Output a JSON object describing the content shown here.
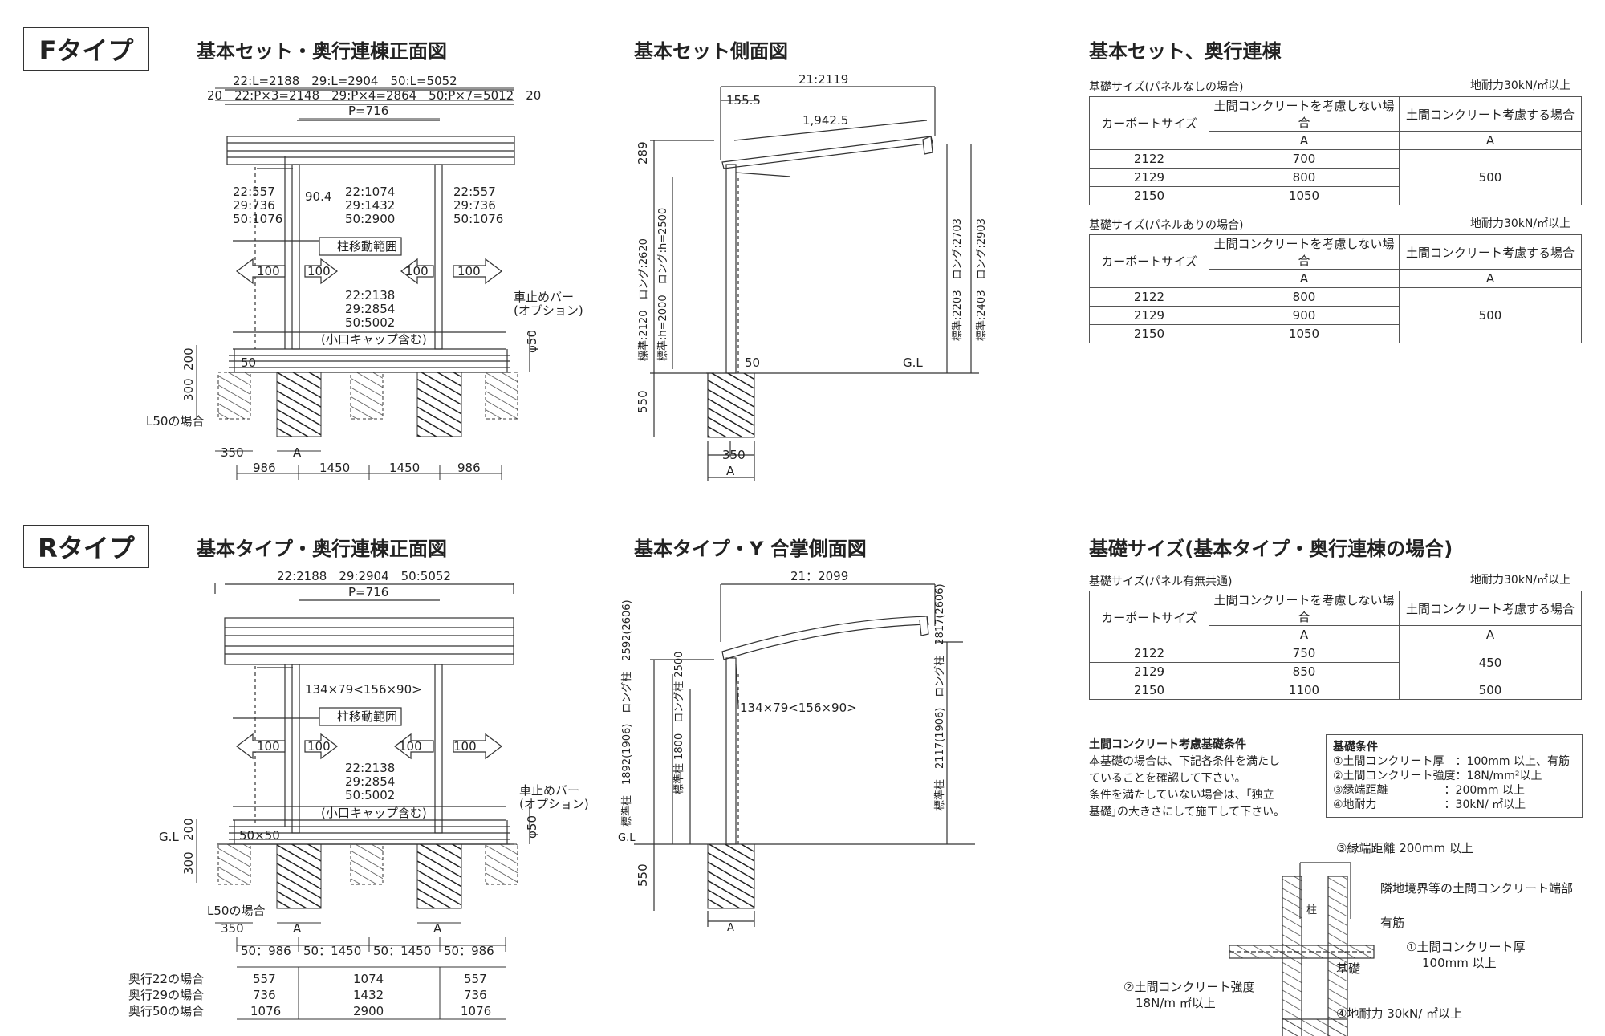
{
  "f_type": {
    "badge": "Fタイプ",
    "front_title": "基本セット・奥行連棟正面図",
    "side_title": "基本セット側面図",
    "table_title": "基本セット、奥行連棟",
    "front": {
      "widths": "22:L=2188　29:L=2904　50:L=5052",
      "pitch_total": "20　22:P×3=2148　29:P×4=2864　50:P×7=5012　20",
      "pitch": "P=716",
      "left_span": [
        "22:557",
        "29:736",
        "50:1076"
      ],
      "mid_span": [
        "22:1074",
        "29:1432",
        "50:2900"
      ],
      "right_span": [
        "22:557",
        "29:736",
        "50:1076"
      ],
      "offset": "90.4",
      "range_label": "柱移動範囲",
      "arrow_val": "100",
      "bottom_span": [
        "22:2138",
        "29:2854",
        "50:5002"
      ],
      "cap_note": "(小口キャップ含む)",
      "bar_note": [
        "車止めバー",
        "(オプション)"
      ],
      "phi": "φ50",
      "h200": "200",
      "h300": "300",
      "d50": "50",
      "l50": "L50の場合",
      "d350": "350",
      "dA": "A",
      "bottom_dims": [
        "986",
        "1450",
        "1450",
        "986"
      ]
    },
    "side": {
      "width": "21:2119",
      "offset": "155.5",
      "slope": "1,942.5",
      "h289": "289",
      "h550": "550",
      "d50": "50",
      "gl": "G.L",
      "d350": "350",
      "dA": "A",
      "v_left1": "標準:2120　ロング:2620",
      "v_left2": "標準:h=2000　ロング:h=2500",
      "v_right1": "標準:2203　ロング:2703",
      "v_right2": "標準:2403　ロング:2903"
    },
    "table1": {
      "caption": "基礎サイズ(パネルなしの場合)",
      "ground": "地耐力30kN/㎡以上",
      "col_size": "カーポートサイズ",
      "col_no": "土間コンクリートを考慮しない場合",
      "col_yes": "土間コンクリート考慮する場合",
      "a": "A",
      "rows": [
        [
          "2122",
          "700"
        ],
        [
          "2129",
          "800"
        ],
        [
          "2150",
          "1050"
        ]
      ],
      "merged": "500"
    },
    "table2": {
      "caption": "基礎サイズ(パネルありの場合)",
      "ground": "地耐力30kN/㎡以上",
      "col_size": "カーポートサイズ",
      "col_no": "土間コンクリートを考慮しない場合",
      "col_yes": "土間コンクリート考慮する場合",
      "a": "A",
      "rows": [
        [
          "2122",
          "800"
        ],
        [
          "2129",
          "900"
        ],
        [
          "2150",
          "1050"
        ]
      ],
      "merged": "500"
    }
  },
  "r_type": {
    "badge": "Rタイプ",
    "front_title": "基本タイプ・奥行連棟正面図",
    "side_title": "基本タイプ・Y 合掌側面図",
    "table_title": "基礎サイズ(基本タイプ・奥行連棟の場合)",
    "front": {
      "widths": "22:2188　29:2904　50:5052",
      "pitch": "P=716",
      "post": "134×79<156×90>",
      "range_label": "柱移動範囲",
      "arrow_val": "100",
      "bottom_span": [
        "22:2138",
        "29:2854",
        "50:5002"
      ],
      "cap_note": "(小口キャップ含む)",
      "bar_note": [
        "車止めバー",
        "(オプション)"
      ],
      "phi": "φ50",
      "gl": "G.L",
      "h200": "200",
      "h300": "300",
      "d50x50": "50×50",
      "l50": "L50の場合",
      "d350": "350",
      "dA": "A",
      "bottom_dims": [
        "50：986",
        "50：1450",
        "50：1450",
        "50：986"
      ]
    },
    "depth_table": {
      "rows": [
        [
          "奥行22の場合",
          "557",
          "1074",
          "557"
        ],
        [
          "奥行29の場合",
          "736",
          "1432",
          "736"
        ],
        [
          "奥行50の場合",
          "1076",
          "2900",
          "1076"
        ]
      ]
    },
    "side": {
      "width": "21：2099",
      "post": "134×79<156×90>",
      "v_left1": "標準柱　1892(1906)　ロング柱　2592(2606)",
      "v_left2": "標準柱 1800　ロング柱 2500",
      "v_right": "標準柱　2117(1906)　ロング柱　2817(2606)",
      "gl": "G.L",
      "h550": "550",
      "dA": "A"
    },
    "table": {
      "caption": "基礎サイズ(パネル有無共通)",
      "ground": "地耐力30kN/㎡以上",
      "col_size": "カーポートサイズ",
      "col_no": "土間コンクリートを考慮しない場合",
      "col_yes": "土間コンクリート考慮する場合",
      "a": "A",
      "rows": [
        [
          "2122",
          "750"
        ],
        [
          "2129",
          "850"
        ],
        [
          "2150",
          "1100"
        ]
      ],
      "merged": "450",
      "last_yes": "500"
    },
    "concrete": {
      "title": "土間コンクリート考慮基礎条件",
      "lines": [
        "本基礎の場合は、下記各条件を満たし",
        "ていることを確認して下さい。",
        "条件を満たしていない場合は、｢独立",
        "基礎｣の大きさにして施工して下さい。"
      ]
    },
    "conditions": {
      "title": "基礎条件",
      "lines": [
        "①土間コンクリート厚　：100mm 以上、有筋",
        "②土間コンクリート強度：18N/mm²以上",
        "③縁端距離　　　　　：200mm 以上",
        "④地耐力　　　　　　：30kN/ ㎡以上"
      ]
    },
    "detail": {
      "edge": "③縁端距離 200mm 以上",
      "neighbor": "隣地境界等の土間コンクリート端部",
      "pillar": "柱",
      "rebar": "有筋",
      "thick1": "①土間コンクリート厚",
      "thick2": "100mm 以上",
      "base": "基礎",
      "strength1": "②土間コンクリート強度",
      "strength2": "18N/m ㎡以上",
      "bearing": "④地耐力 30kN/ ㎡以上"
    }
  }
}
